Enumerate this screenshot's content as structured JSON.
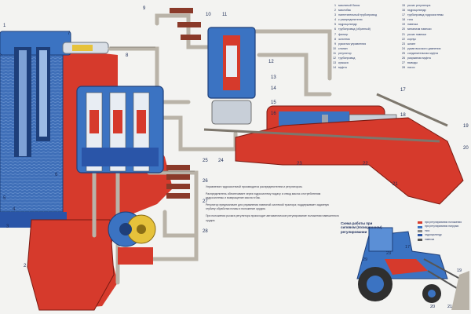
{
  "colors": {
    "pressure": "#d63a2c",
    "drain": "#3b73c2",
    "tank_oil": "#3f6fb8",
    "metal": "#c8cfd8",
    "pipe": "#b9b3a8",
    "background": "#f3f3f1"
  },
  "callouts": [
    "1",
    "2",
    "3",
    "4",
    "5",
    "6",
    "7",
    "8",
    "9",
    "10",
    "11",
    "12",
    "13",
    "14",
    "15",
    "16",
    "17",
    "18",
    "19",
    "20",
    "21",
    "22",
    "23",
    "24",
    "25",
    "26",
    "27",
    "28"
  ],
  "legend": {
    "col1": [
      {
        "n": "1",
        "t": "масляный бачок"
      },
      {
        "n": "2",
        "t": "маслобак"
      },
      {
        "n": "3",
        "t": "нагнетательный трубопровод"
      },
      {
        "n": "4",
        "t": "к распределителю"
      },
      {
        "n": "5",
        "t": "гидроцилиндр"
      },
      {
        "n": "6",
        "t": "трубопровод (обратный)"
      },
      {
        "n": "7",
        "t": "фильтр"
      },
      {
        "n": "8",
        "t": "золотник"
      },
      {
        "n": "9",
        "t": "рукоятка управления"
      },
      {
        "n": "10",
        "t": "клапан"
      },
      {
        "n": "11",
        "t": "регулятор"
      },
      {
        "n": "12",
        "t": "трубопровод"
      },
      {
        "n": "13",
        "t": "крышка"
      },
      {
        "n": "14",
        "t": "муфта"
      }
    ],
    "col2": [
      {
        "n": "15",
        "t": "рычаг регулятора"
      },
      {
        "n": "16",
        "t": "гидроцилиндр"
      },
      {
        "n": "17",
        "t": "трубопровод гидросистемы"
      },
      {
        "n": "18",
        "t": "тяга"
      },
      {
        "n": "19",
        "t": "навеска"
      },
      {
        "n": "20",
        "t": "механизм навески"
      },
      {
        "n": "21",
        "t": "рычаг навески"
      },
      {
        "n": "22",
        "t": "корпус"
      },
      {
        "n": "23",
        "t": "шланг"
      },
      {
        "n": "24",
        "t": "рукав высокого давления"
      },
      {
        "n": "25",
        "t": "соединительная муфта"
      },
      {
        "n": "26",
        "t": "разрывная муфта"
      },
      {
        "n": "27",
        "t": "выводы"
      },
      {
        "n": "28",
        "t": "насос"
      }
    ]
  },
  "notes": {
    "intro": "Управление гидросистемой производится распределителем и регулятором.",
    "p1": "Распределитель обеспечивает через гидросистему подачу и отвод масла к потребителям гидросистемы и возвращение масла в бак.",
    "p2": "Регулятор предназначен для управления навесной системой трактора; поддерживает заданную глубину обработки почвы и положение орудия.",
    "p3": "При положении рычага регулятора происходит автоматическое регулирование положения навешенного орудия."
  },
  "inset": {
    "title": "Схема работы при силовом (позиционном) регулировании",
    "legend": [
      {
        "t": "при регулировании положения",
        "c": "#d63a2c"
      },
      {
        "t": "при регулировании нагрузки",
        "c": "#3b73c2"
      },
      {
        "t": "тяга",
        "c": "#8a8a8a"
      },
      {
        "t": "гидроцилиндр",
        "c": "#2a55a8"
      },
      {
        "t": "навеска",
        "c": "#555555"
      }
    ],
    "callouts": [
      "29",
      "23",
      "17",
      "19",
      "20",
      "21"
    ]
  }
}
